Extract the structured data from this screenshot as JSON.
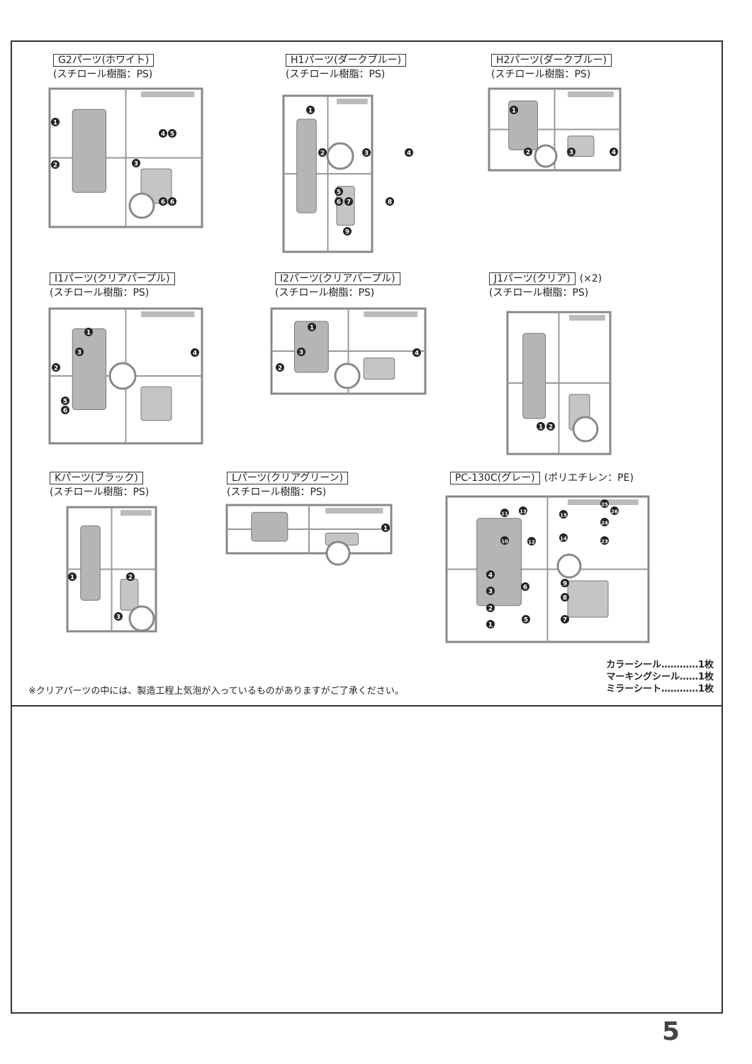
{
  "sections": [
    {
      "id": "g2",
      "title": "G2パーツ(ホワイト)",
      "material": "(スチロール樹脂：PS)",
      "parts": [
        "1",
        "2",
        "3",
        "4",
        "5",
        "6",
        "6"
      ]
    },
    {
      "id": "h1",
      "title": "H1パーツ(ダークブルー)",
      "material": "(スチロール樹脂：PS)",
      "parts": [
        "1",
        "2",
        "3",
        "4",
        "5",
        "6",
        "7",
        "8",
        "9"
      ]
    },
    {
      "id": "h2",
      "title": "H2パーツ(ダークブルー)",
      "material": "(スチロール樹脂：PS)",
      "parts": [
        "1",
        "2",
        "3",
        "4"
      ]
    },
    {
      "id": "i1",
      "title": "I1パーツ(クリアパープル)",
      "material": "(スチロール樹脂：PS)",
      "parts": [
        "1",
        "2",
        "3",
        "4",
        "5",
        "6"
      ]
    },
    {
      "id": "i2",
      "title": "I2パーツ(クリアパープル)",
      "material": "(スチロール樹脂：PS)",
      "parts": [
        "1",
        "2",
        "3",
        "4"
      ]
    },
    {
      "id": "j1",
      "title": "J1パーツ(クリア)",
      "extra": "(×2)",
      "material": "(スチロール樹脂：PS)",
      "parts": [
        "1",
        "2"
      ]
    },
    {
      "id": "k",
      "title": "Kパーツ(ブラック)",
      "material": "(スチロール樹脂：PS)",
      "parts": [
        "1",
        "2",
        "3"
      ]
    },
    {
      "id": "l",
      "title": "Lパーツ(クリアグリーン)",
      "material": "(スチロール樹脂：PS)",
      "parts": [
        "1"
      ]
    },
    {
      "id": "pc",
      "title": "PC-130C(グレー)",
      "extra": "(ポリエチレン：PE)",
      "material": "",
      "parts": [
        "1",
        "2",
        "3",
        "4",
        "5",
        "6",
        "7",
        "8",
        "9",
        "10",
        "11",
        "12",
        "13",
        "14",
        "15",
        "23",
        "24",
        "25",
        "26"
      ]
    }
  ],
  "note": "※クリアパーツの中には、製造工程上気泡が入っているものがありますがご了承ください。",
  "stickers": [
    "カラーシール…………1枚",
    "マーキングシール……1枚",
    "ミラーシート…………1枚"
  ],
  "page_number": "5"
}
